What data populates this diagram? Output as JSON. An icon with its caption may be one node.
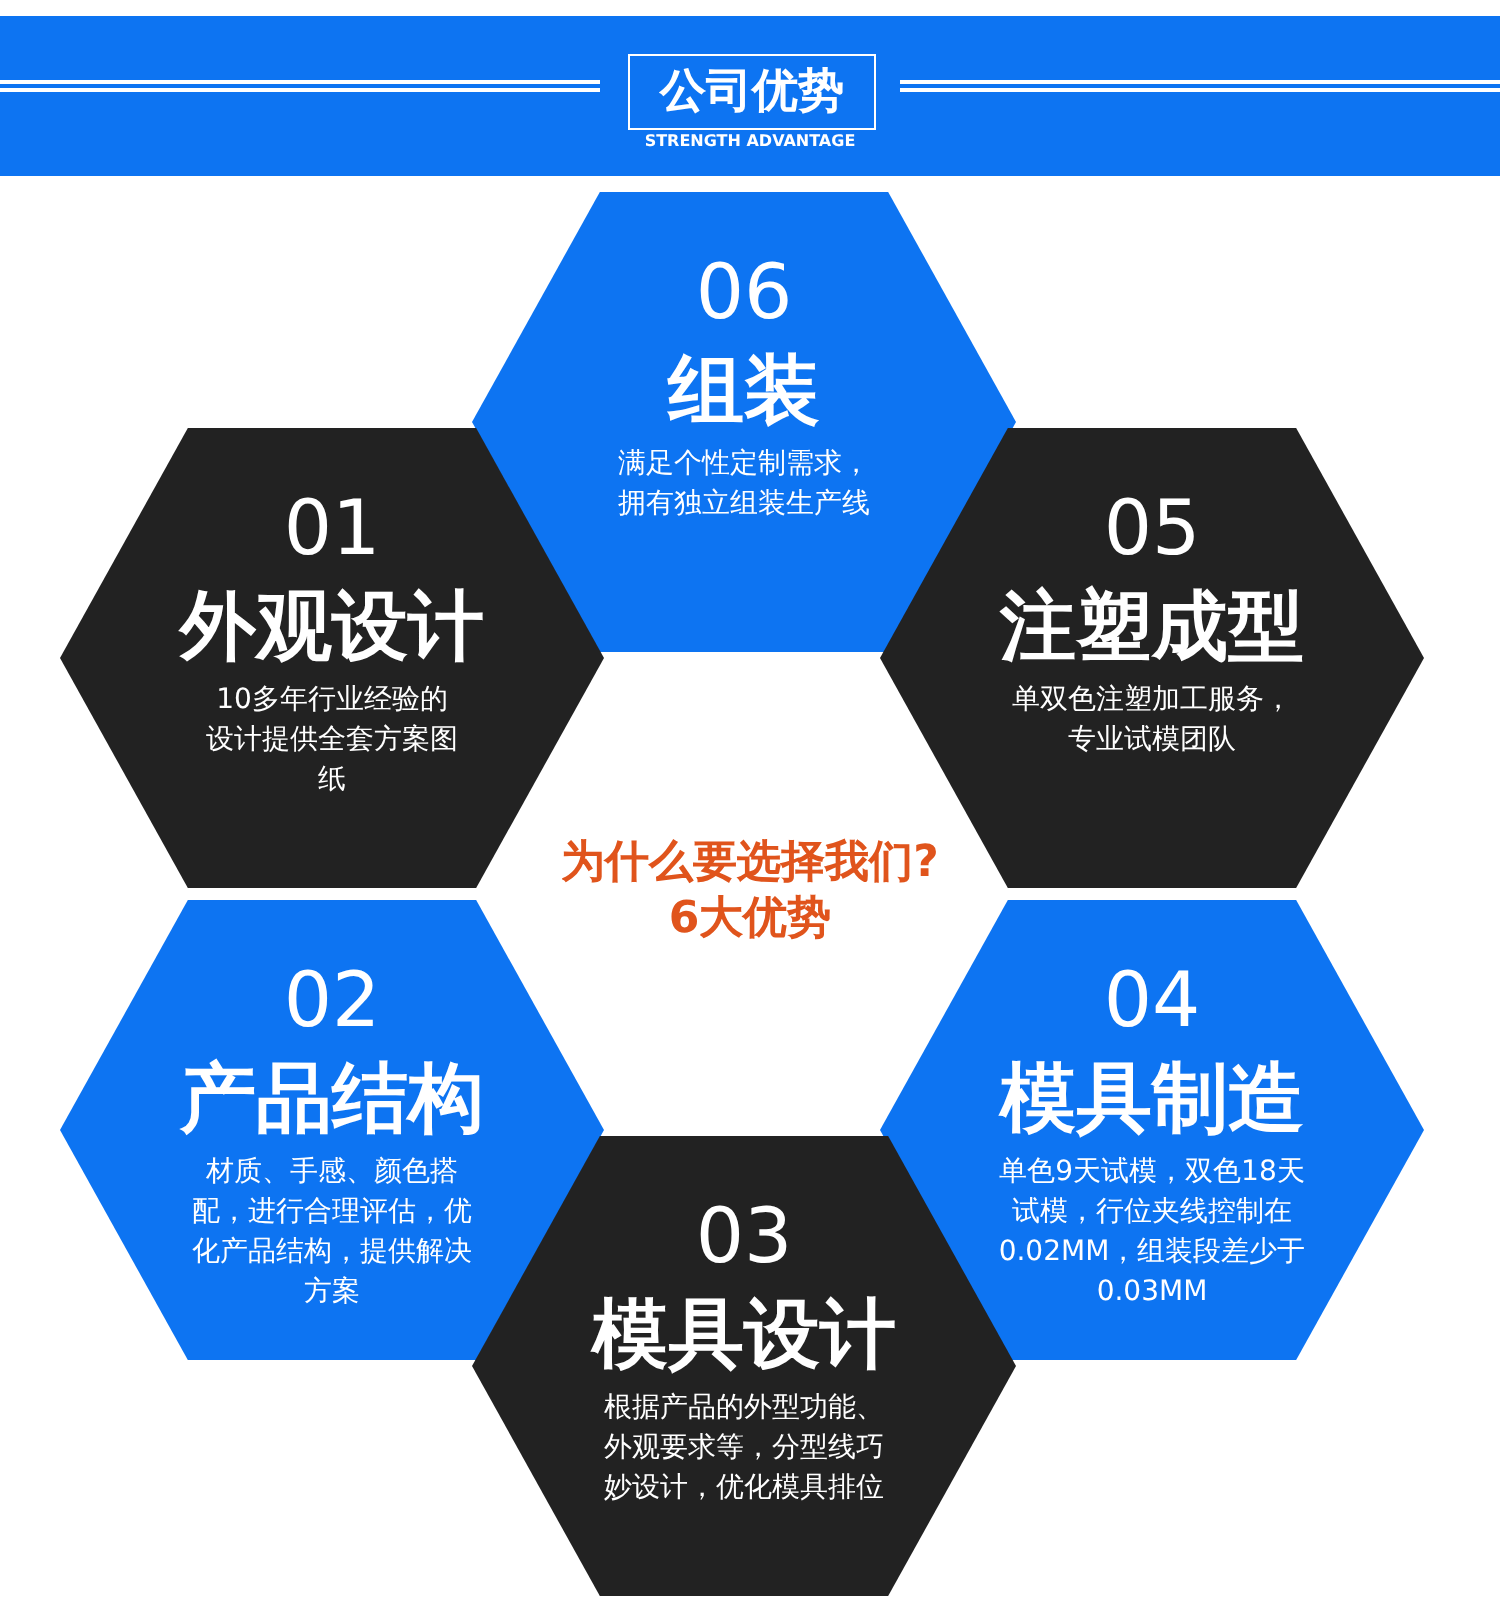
{
  "diagram": {
    "title": "公司优势",
    "nodes": [
      {
        "text": [
          "06",
          "组装",
          "满足个性定制需求，拥有独立组装生产线"
        ]
      },
      {
        "text": [
          "01",
          "外观设计",
          "10多年行业经验的设计提供全套方案图纸"
        ]
      },
      {
        "text": [
          "05",
          "注塑成型",
          "单双色注塑加工服务，专业试模团队"
        ]
      },
      {
        "text": [
          "02",
          "产品结构",
          "材质、手感、颜色搭配，进行合理评估，优化产品结构，提供解决方案"
        ]
      },
      {
        "text": [
          "04",
          "模具制造",
          "单色9天试模，双色18天试模，行位夹线控制在0.02MM，组装段差少于0.03MM"
        ]
      },
      {
        "text": [
          "03",
          "模具设计",
          "根据产品的外型功能、外观要求等，分型线巧妙设计，优化模具排位"
        ]
      }
    ],
    "labels": [
      "STRENGTH ADVANTAGE",
      "为什么要选择我们?",
      "6大优势"
    ]
  }
}
